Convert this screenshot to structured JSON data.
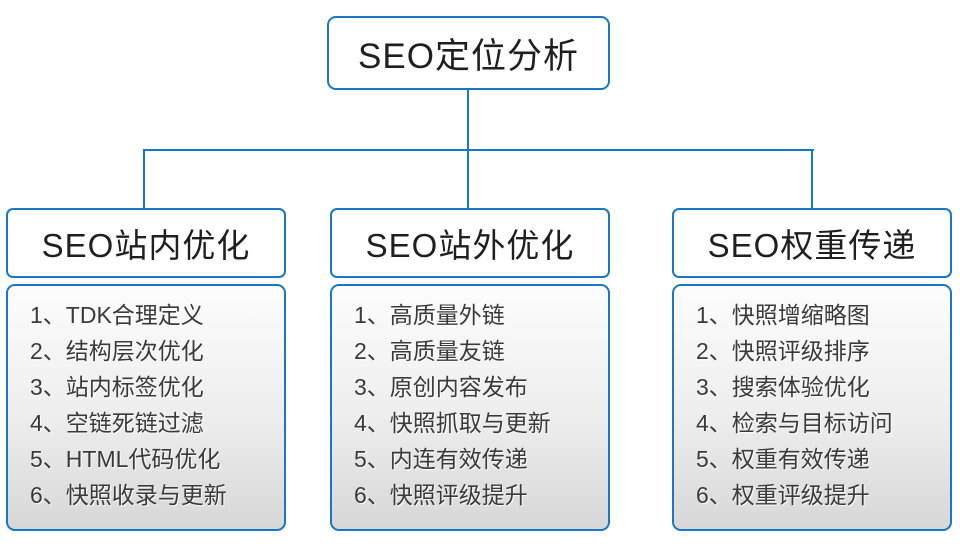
{
  "root": {
    "title": "SEO定位分析"
  },
  "columns": [
    {
      "title": "SEO站内优化",
      "items": [
        "1、TDK合理定义",
        "2、结构层次优化",
        "3、站内标签优化",
        "4、空链死链过滤",
        "5、HTML代码优化",
        "6、快照收录与更新"
      ]
    },
    {
      "title": "SEO站外优化",
      "items": [
        "1、高质量外链",
        "2、高质量友链",
        "3、原创内容发布",
        "4、快照抓取与更新",
        "5、内连有效传递",
        "6、快照评级提升"
      ]
    },
    {
      "title": "SEO权重传递",
      "items": [
        "1、快照增缩略图",
        "2、快照评级排序",
        "3、搜索体验优化",
        "4、检索与目标访问",
        "5、权重有效传递",
        "6、权重评级提升"
      ]
    }
  ],
  "colors": {
    "accent_blue": "#1878c4",
    "text_dark": "#1f1f1f",
    "list_text": "#3a3a3a",
    "list_gradient_top": "#fdfdfd",
    "list_gradient_bottom": "#d7d7d7"
  }
}
